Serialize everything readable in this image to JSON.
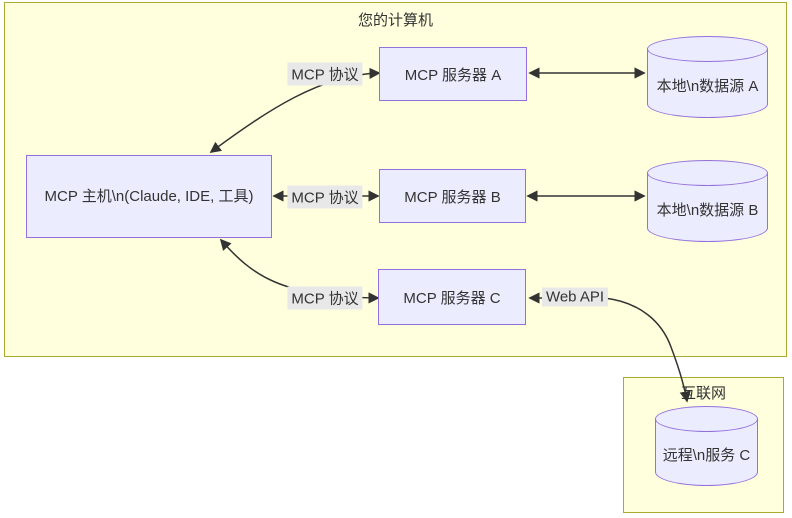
{
  "clusters": {
    "computer": {
      "title": "您的计算机"
    },
    "internet": {
      "title": "互联网"
    }
  },
  "nodes": {
    "host": {
      "label": "MCP 主机\\n(Claude, IDE, 工具)"
    },
    "server_a": {
      "label": "MCP 服务器 A"
    },
    "server_b": {
      "label": "MCP 服务器 B"
    },
    "server_c": {
      "label": "MCP 服务器 C"
    },
    "datasource_a": {
      "label": "本地\\n数据源 A"
    },
    "datasource_b": {
      "label": "本地\\n数据源 B"
    },
    "remote_c": {
      "label": "远程\\n服务 C"
    }
  },
  "edges": {
    "host_server_a": {
      "label": "MCP 协议"
    },
    "host_server_b": {
      "label": "MCP 协议"
    },
    "host_server_c": {
      "label": "MCP 协议"
    },
    "server_c_remote": {
      "label": "Web API"
    }
  },
  "colors": {
    "cluster_fill": "#ffffde",
    "cluster_border": "#aaaa33",
    "node_fill": "#ECECFF",
    "node_border": "#9370db",
    "edge_label_bg": "#e8e8e8",
    "line": "#333333",
    "text": "#333333",
    "page_bg": "#ffffff"
  }
}
